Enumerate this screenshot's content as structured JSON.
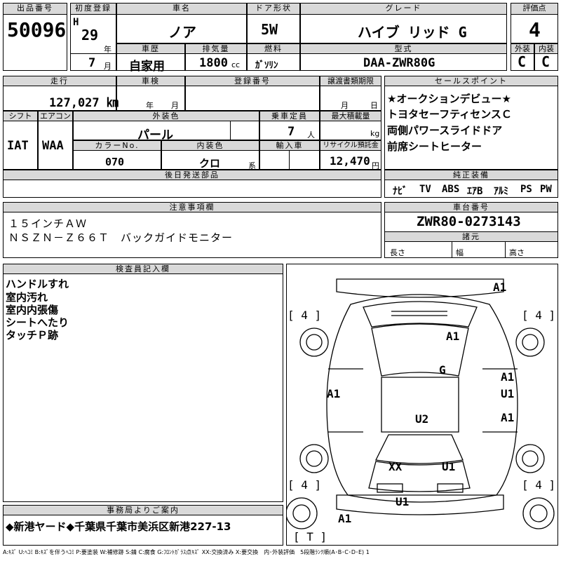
{
  "header": {
    "lot_no_label": "出品番号",
    "lot_no": "50096",
    "first_reg_label": "初度登録",
    "first_reg_era": "H",
    "first_reg_year": "29",
    "year_unit": "年",
    "first_reg_month": "7",
    "month_unit": "月",
    "car_name_label": "車名",
    "car_name": "ノア",
    "door_label": "ドア形状",
    "door": "5W",
    "grade_label": "グレード",
    "grade": "ハイブ リッド G",
    "score_label": "評価点",
    "score": "4",
    "history_label": "車歴",
    "history": "自家用",
    "displacement_label": "排気量",
    "displacement": "1800",
    "displacement_unit": "cc",
    "fuel_label": "燃料",
    "fuel": "ｶﾞｿﾘﾝ",
    "model_label": "型式",
    "model": "DAA-ZWR80G",
    "exterior_label": "外装",
    "exterior": "C",
    "interior_label": "内装",
    "interior": "C"
  },
  "row2": {
    "mileage_label": "走行",
    "mileage": "127,027 ㎞",
    "inspection_label": "車検",
    "inspection_year_unit": "年",
    "inspection_month_unit": "月",
    "plate_label": "登録番号",
    "transfer_label": "譲渡書類期限",
    "transfer_month_unit": "月",
    "transfer_day_unit": "日",
    "shift_label": "シフト",
    "shift": "IAT",
    "ac_label": "エアコン",
    "ac": "WAA",
    "color_label": "外装色",
    "color": "パール",
    "capacity_label": "乗車定員",
    "capacity": "7",
    "capacity_unit": "人",
    "load_label": "最大積載量",
    "load_unit": "kg",
    "color_no_label": "カラーNo.",
    "color_no": "070",
    "int_color_label": "内装色",
    "int_color": "クロ",
    "int_color_unit": "系",
    "import_label": "輸入車",
    "recycle_label": "リサイクル預託金",
    "recycle": "12,470",
    "recycle_unit": "円",
    "later_parts_label": "後日発送部品"
  },
  "sales_points": {
    "label": "セールスポイント",
    "items": [
      "★オークションデビュー★",
      "トヨタセーフティセンスＣ",
      "両側パワースライドドア",
      "前席シートヒーター"
    ]
  },
  "equipment": {
    "label": "純正装備",
    "items": [
      "ﾅﾋﾞ",
      "TV",
      "ABS",
      "ｴｱB",
      "ｱﾙﾐ",
      "PS",
      "PW"
    ]
  },
  "notes": {
    "label": "注意事項欄",
    "lines": [
      "１５インチＡＷ",
      "ＮＳＺＮ－Ｚ６６Ｔ　バックガイドモニター"
    ]
  },
  "chassis": {
    "label": "車台番号",
    "value": "ZWR80-0273143",
    "dims_label": "諸元",
    "length_label": "長さ",
    "width_label": "幅",
    "height_label": "高さ"
  },
  "inspector": {
    "label": "検査員記入欄",
    "lines": [
      "ハンドルすれ",
      "室内汚れ",
      "室内内張傷",
      "シートへたり",
      "タッチＰ跡"
    ]
  },
  "office": {
    "label": "事務局よりご案内",
    "text": "◆新港ヤード◆千葉県千葉市美浜区新港227-13"
  },
  "diagram": {
    "marks": [
      "A1",
      "A1",
      "G",
      "A1",
      "A1",
      "U1",
      "A1",
      "U2",
      "XX",
      "U1",
      "U1",
      "A1"
    ],
    "tire_labels": [
      "[ 4 ]",
      "[ 4 ]",
      "[ 4 ]",
      "[ 4 ]",
      "[ T ]"
    ]
  },
  "legend": "A:ｷｽﾞ U:ﾍｺﾐ B:ｷｽﾞを伴うﾍｺﾐ P:要塗装 W:補修跡 S:錆 C:腐食 G:ﾌﾛﾝﾄｶﾞﾗｽ点ｷｽﾞ XX:交換済み X:要交換　内･外装評価　5段階ﾗﾝｸ順(A･B･C･D･E) 1"
}
